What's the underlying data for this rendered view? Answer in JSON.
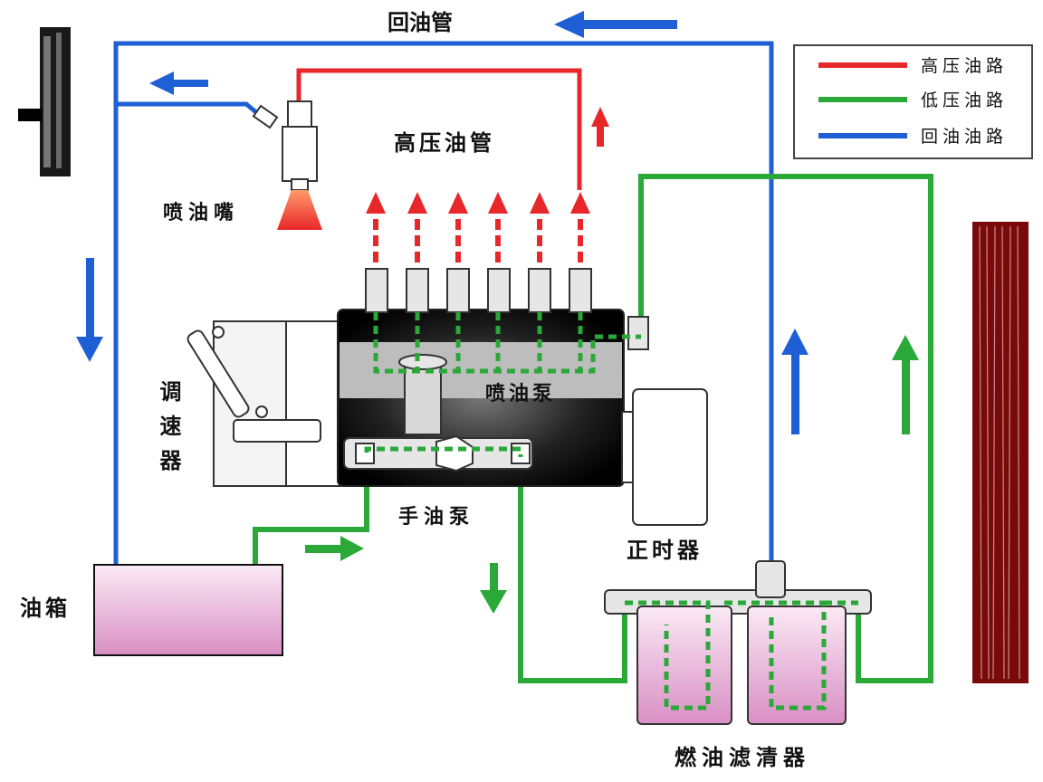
{
  "labels": {
    "return_pipe": "回油管",
    "high_pressure_pipe": "高压油管",
    "injector": "喷油嘴",
    "governor": "调速器",
    "injection_pump": "喷油泵",
    "hand_pump": "手油泵",
    "timer": "正时器",
    "tank": "油箱",
    "filter": "燃油滤清器"
  },
  "legend": [
    {
      "label": "高压油路",
      "color": "#e8272a"
    },
    {
      "label": "低压油路",
      "color": "#2aa838"
    },
    {
      "label": "回油油路",
      "color": "#1f5fd6"
    }
  ],
  "colors": {
    "high_pressure": "#e8272a",
    "low_pressure": "#2aa838",
    "return": "#1f5fd6",
    "tank_fill": "#e9b4d8",
    "stamp_dark": "#7a0a0a"
  }
}
